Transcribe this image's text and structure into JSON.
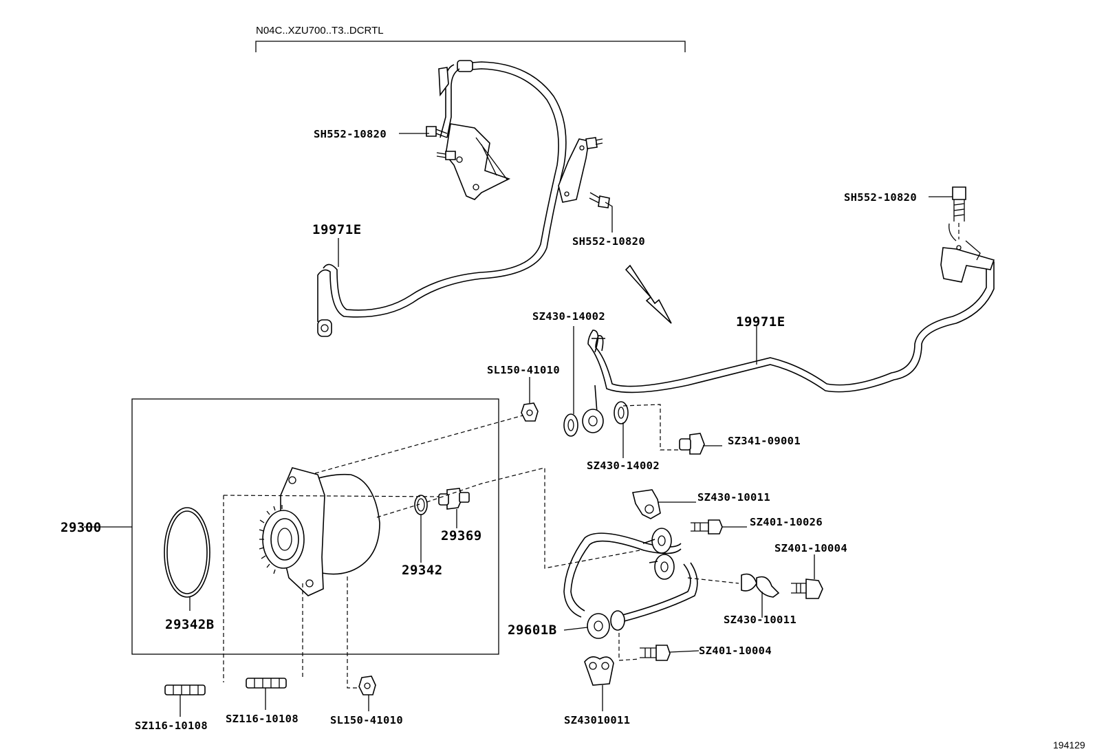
{
  "header": {
    "variant_label": "N04C..XZU700..T3..DCRTL"
  },
  "group_box_label": "29300",
  "callouts": {
    "sh552_top_left": "SH552-10820",
    "sh552_top_right": "SH552-10820",
    "sh552_mid": "SH552-10820",
    "tube_upper": "19971E",
    "tube_lower": "19971E",
    "sz430_14002_top": "SZ430-14002",
    "sz430_14002_bottom": "SZ430-14002",
    "sl150_upper": "SL150-41010",
    "sl150_lower": "SL150-41010",
    "sz341": "SZ341-09001",
    "sz430_10011_top": "SZ430-10011",
    "sz430_10011_mid": "SZ430-10011",
    "sz401_10026": "SZ401-10026",
    "sz401_10004_top": "SZ401-10004",
    "sz401_10004_bottom": "SZ401-10004",
    "p29369": "29369",
    "p29342": "29342",
    "p29342b": "29342B",
    "p29601b": "29601B",
    "sz116_left": "SZ116-10108",
    "sz116_right": "SZ116-10108",
    "sz43010011": "SZ43010011"
  },
  "footer": {
    "diagram_number": "194129"
  }
}
